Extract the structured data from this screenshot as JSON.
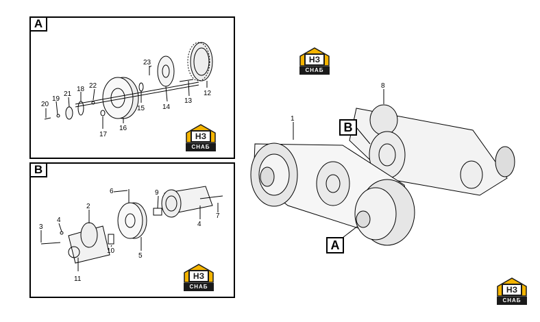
{
  "panels": [
    {
      "id": "panel-a",
      "tag": "A"
    },
    {
      "id": "panel-b",
      "tag": "B"
    }
  ],
  "panel_a_callouts": [
    "23",
    "12",
    "22",
    "18",
    "21",
    "19",
    "20",
    "15",
    "14",
    "13",
    "16",
    "17"
  ],
  "panel_b_callouts": [
    "6",
    "9",
    "2",
    "3",
    "4",
    "10",
    "5",
    "7",
    "11",
    "4"
  ],
  "assembly_callouts": {
    "main": "1",
    "rear": "8"
  },
  "assembly_tags": {
    "a": "A",
    "b": "B"
  },
  "logo": {
    "mark": "НЗ",
    "text": "СНАБ"
  },
  "colors": {
    "logo_yellow": "#f4b400",
    "logo_dark": "#1a1a1a",
    "line": "#000000"
  }
}
